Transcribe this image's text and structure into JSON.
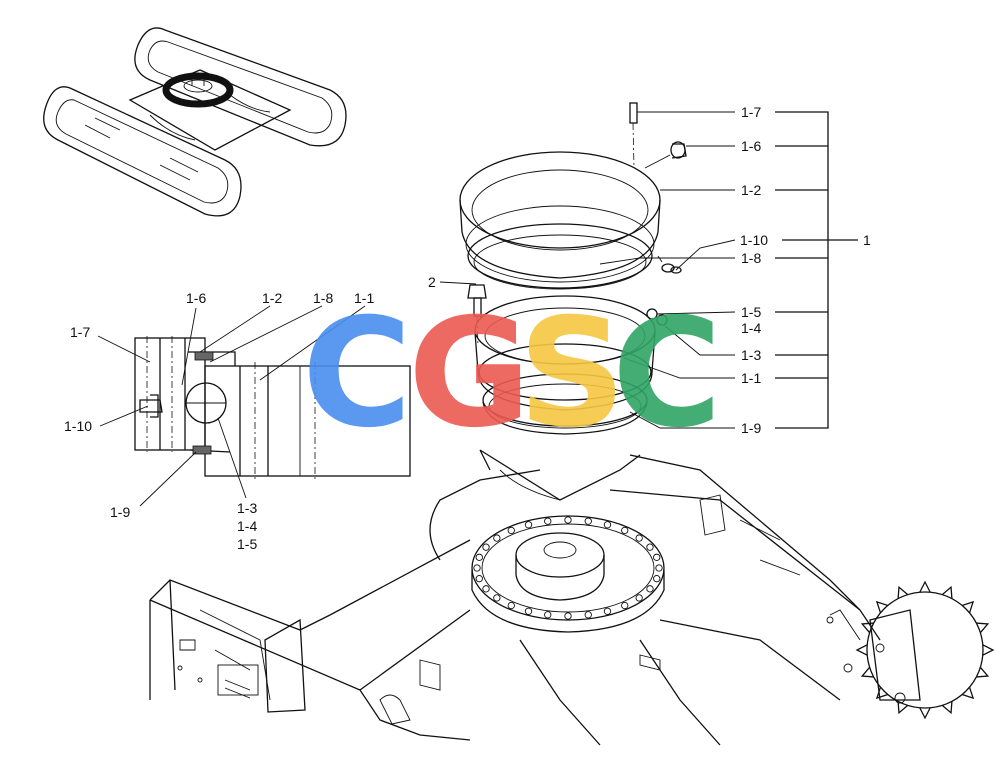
{
  "callouts_right": {
    "p1_7": "1-7",
    "p1_6": "1-6",
    "p1_2": "1-2",
    "p1_10": "1-10",
    "assembly": "1",
    "p1_8": "1-8",
    "p2": "2",
    "p1_5": "1-5",
    "p1_4": "1-4",
    "p1_3": "1-3",
    "p1_1": "1-1",
    "p1_9": "1-9"
  },
  "callouts_section": {
    "p1_6": "1-6",
    "p1_2": "1-2",
    "p1_8": "1-8",
    "p1_1": "1-1",
    "p1_7": "1-7",
    "p1_10": "1-10",
    "p1_9": "1-9",
    "p1_3": "1-3",
    "p1_4": "1-4",
    "p1_5": "1-5"
  },
  "watermark": {
    "letters": [
      "C",
      "G",
      "S",
      "C"
    ],
    "colors": [
      "#4a8ef0",
      "#ea5a50",
      "#f6c742",
      "#2fa565"
    ]
  }
}
